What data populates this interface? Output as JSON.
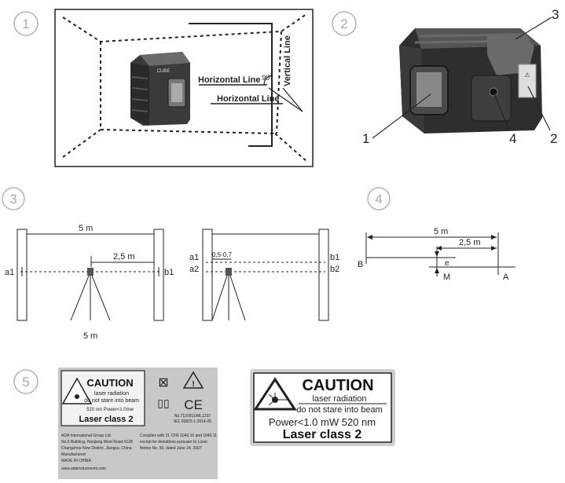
{
  "figures": {
    "f1": {
      "number": "1",
      "vertical_line": "Vertical Line",
      "horizontal_line_top": "Horizontal Line",
      "horizontal_line_bottom": "Horizontal Line",
      "angle": "90°",
      "device_brand": "CUBE"
    },
    "f2": {
      "number": "2",
      "callouts": [
        "1",
        "2",
        "3",
        "4"
      ]
    },
    "f3": {
      "number": "3",
      "distance_total": "5 m",
      "distance_half": "2,5 m",
      "distance_bottom": "5 m",
      "a1": "a1",
      "b1": "b1",
      "a1b": "a1",
      "a2": "a2",
      "b1b": "b1",
      "b2": "b2",
      "tolerance": "0,5-0,7"
    },
    "f4": {
      "number": "4",
      "distance_total": "5 m",
      "distance_half": "2,5 m",
      "B": "B",
      "A": "A",
      "M": "M",
      "e": "e"
    },
    "f5": {
      "number": "5",
      "label_small": {
        "caution": "CAUTION",
        "line1": "laser radiation",
        "line2": "do not stare into beam",
        "power": "520 nm  Power<1.0mw",
        "class": "Laser class 2",
        "cert1": "No.7120911/ML1237",
        "cert2": "IEC 60825-1:2014-05",
        "address": [
          "ADA International Group Ltd.",
          "No.6 Building, Hanjiang West Road #128",
          "Changzhou New District, Jiangsu, China",
          "Manufactured:",
          "MADE IN CHINA",
          "www.adainstruments.com"
        ],
        "compliance": [
          "Complies with 21 CFR 1040.10 and 1040.11",
          "except for deviations pursuant to Laser",
          "Notice No. 50, dated June 24, 2007"
        ]
      },
      "label_large": {
        "caution": "CAUTION",
        "line1": "laser radiation",
        "line2": "do not stare into beam",
        "power": "Power<1.0 mW  520 nm",
        "class": "Laser class 2"
      }
    }
  }
}
